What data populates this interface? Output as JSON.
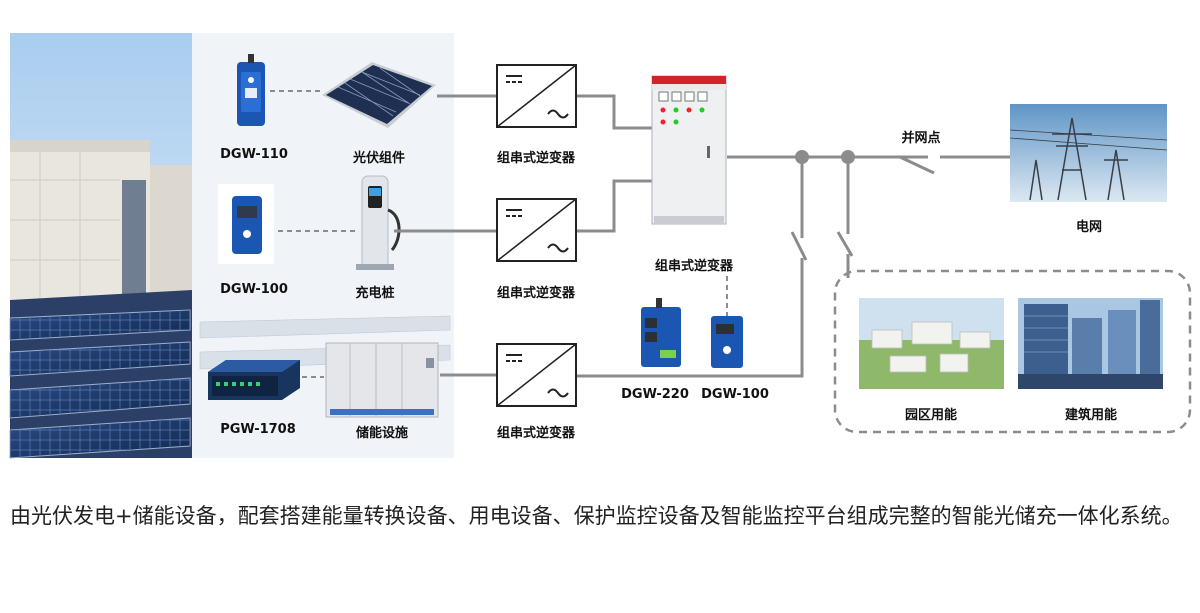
{
  "devices": {
    "dgw110": "DGW-110",
    "pv": "光伏组件",
    "dgw100a": "DGW-100",
    "charger": "充电桩",
    "pgw1708": "PGW-1708",
    "storage": "储能设施",
    "inverter1": "组串式逆变器",
    "inverter2": "组串式逆变器",
    "inverter3": "组串式逆变器",
    "cabinet": "组串式逆变器",
    "dgw220": "DGW-220",
    "dgw100b": "DGW-100",
    "grid_point": "并网点",
    "grid": "电网",
    "park": "园区用能",
    "building": "建筑用能"
  },
  "description": "由光伏发电+储能设备，配套搭建能量转换设备、用电设备、保护监控设备及智能监控平台组成完整的智能光储充一体化系统。",
  "colors": {
    "line": "#8c8c8c",
    "device_blue": "#1b56b3",
    "sky": "#cfe2f3",
    "panel": "#1f3866"
  }
}
